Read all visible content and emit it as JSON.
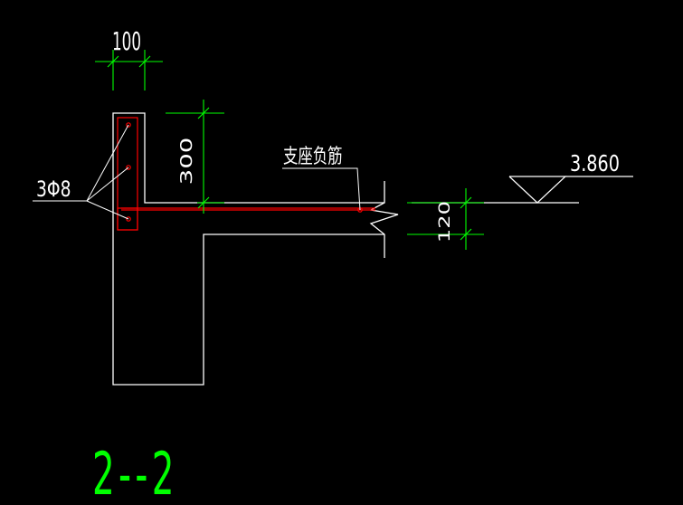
{
  "drawing": {
    "dim_top_width": "100",
    "dim_rib_height": "300",
    "dim_slab_thickness": "120",
    "label_rebar_main": "3Φ8",
    "label_support_neg_rebar": "支座负筋",
    "elevation_value": "3.860",
    "section_title": "2--2"
  },
  "colors": {
    "background": "#000000",
    "outline": "#FFFFFF",
    "dimension": "#00FF00",
    "rebar": "#FF0000"
  }
}
